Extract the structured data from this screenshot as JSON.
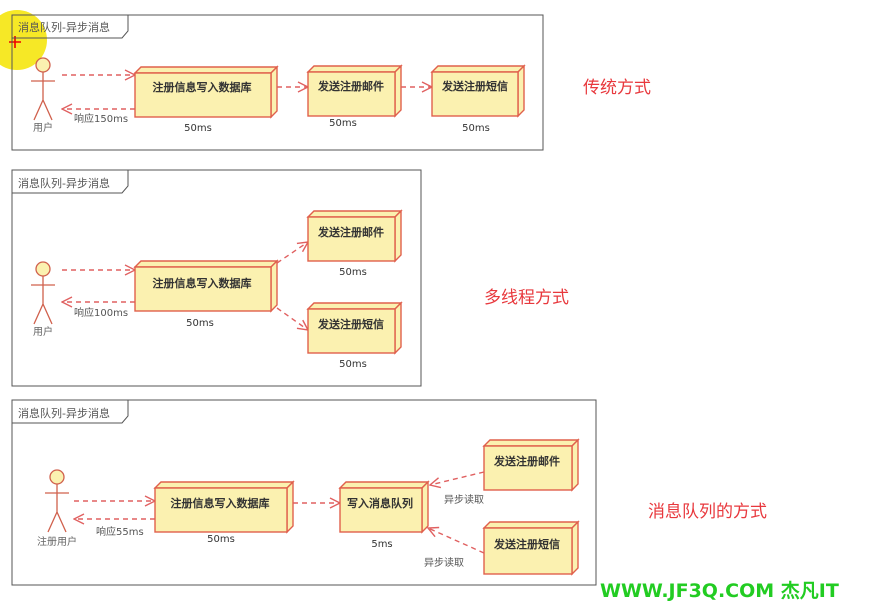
{
  "frame_title": "消息队列-异步消息",
  "colors": {
    "box_fill": "#fbf1b0",
    "box_stroke": "#e0604c",
    "accent_red": "#e8383d",
    "watermark_green": "#22cc22"
  },
  "traditional": {
    "actor": "用户",
    "response": "响应150ms",
    "steps": [
      {
        "label": "注册信息写入数据库",
        "time": "50ms"
      },
      {
        "label": "发送注册邮件",
        "time": "50ms"
      },
      {
        "label": "发送注册短信",
        "time": "50ms"
      }
    ],
    "caption": "传统方式"
  },
  "multithread": {
    "actor": "用户",
    "response": "响应100ms",
    "steps": [
      {
        "label": "注册信息写入数据库",
        "time": "50ms"
      },
      {
        "label": "发送注册邮件",
        "time": "50ms"
      },
      {
        "label": "发送注册短信",
        "time": "50ms"
      }
    ],
    "caption": "多线程方式"
  },
  "queue": {
    "actor": "注册用户",
    "response": "响应55ms",
    "steps": [
      {
        "label": "注册信息写入数据库",
        "time": "50ms"
      },
      {
        "label": "写入消息队列",
        "time": "5ms"
      },
      {
        "label": "发送注册邮件"
      },
      {
        "label": "发送注册短信"
      }
    ],
    "async_read": "异步读取",
    "caption": "消息队列的方式"
  },
  "watermark": "WWW.JF3Q.COM 杰凡IT"
}
